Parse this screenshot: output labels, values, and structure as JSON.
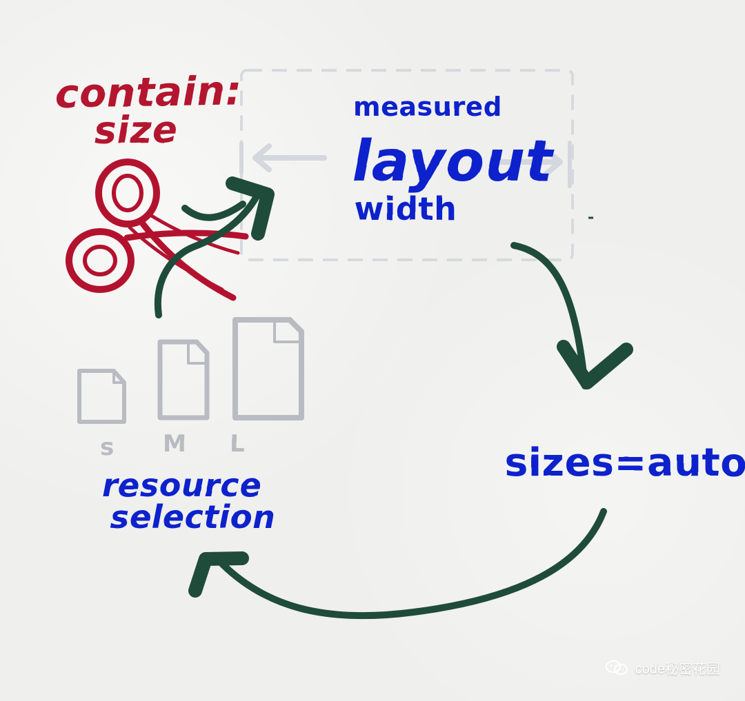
{
  "labels": {
    "contain_line1": "contain:",
    "contain_line2": "size",
    "measured": "measured",
    "layout": "layout",
    "width": "width",
    "sizes_auto": "sizes=auto",
    "resource_line1": "resource",
    "resource_line2": "selection",
    "size_s": "s",
    "size_m": "M",
    "size_l": "L"
  },
  "watermark": {
    "text": "code秘密花园",
    "icon": "wechat-icon"
  },
  "icons": {
    "scissors": "scissors-icon",
    "document": "document-icon",
    "arrow": "arrow-icon"
  },
  "colors": {
    "red": "#b3122e",
    "blue": "#1122cc",
    "green": "#1f4b3a",
    "gray": "#b8bbc1",
    "dashed": "#d7d9df",
    "background": "#f3f3f1"
  }
}
